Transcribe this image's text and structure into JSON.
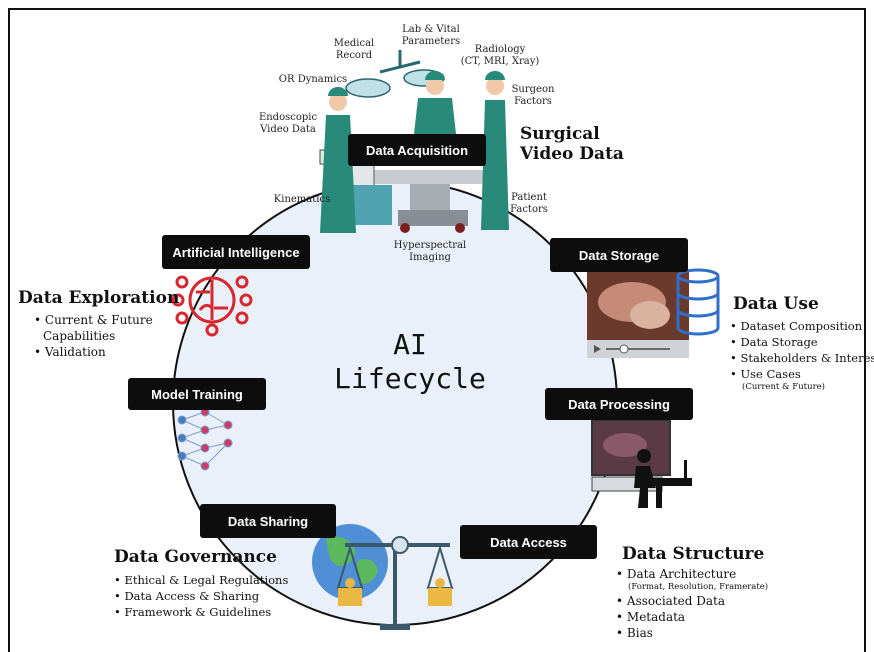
{
  "diagram": {
    "center_title": [
      "AI",
      "Lifecycle"
    ],
    "stages": {
      "acquisition": "Data Acquisition",
      "storage": "Data Storage",
      "processing": "Data Processing",
      "access": "Data Access",
      "sharing": "Data Sharing",
      "training": "Model Training",
      "ai": "Artificial Intelligence"
    },
    "acquisition_sources": {
      "medical_record": [
        "Medical",
        "Record"
      ],
      "lab_vital": [
        "Lab & Vital",
        "Parameters"
      ],
      "radiology": [
        "Radiology",
        "(CT, MRI, Xray)"
      ],
      "or_dynamics": "OR Dynamics",
      "surgeon_factors": [
        "Surgeon",
        "Factors"
      ],
      "endoscopic": [
        "Endoscopic",
        "Video Data"
      ],
      "kinematics": "Kinematics",
      "patient_factors": [
        "Patient",
        "Factors"
      ],
      "hyperspectral": [
        "Hyperspectral",
        "Imaging"
      ]
    },
    "surgical_video": [
      "Surgical",
      "Video Data"
    ],
    "data_use": {
      "title": "Data Use",
      "items": [
        "Dataset Composition",
        "Data Storage",
        "Stakeholders & Interests",
        "Use Cases"
      ],
      "note": "(Current & Future)"
    },
    "data_exploration": {
      "title": "Data Exploration",
      "items": [
        "Current & Future",
        "Capabilities",
        "Validation"
      ]
    },
    "data_governance": {
      "title": "Data Governance",
      "items": [
        "Ethical & Legal Regulations",
        "Data Access & Sharing",
        "Framework & Guidelines"
      ]
    },
    "data_structure": {
      "title": "Data Structure",
      "items": [
        "Data Architecture",
        "Associated Data",
        "Metadata",
        "Bias"
      ],
      "note": "(Format, Resolution, Framerate)"
    },
    "colors": {
      "circle_fill": "#e9f0fa",
      "box": "#0d0d0d",
      "ai_red": "#d8282e",
      "db_blue": "#2f6fc9",
      "scrubs": "#2a8a7a"
    }
  }
}
